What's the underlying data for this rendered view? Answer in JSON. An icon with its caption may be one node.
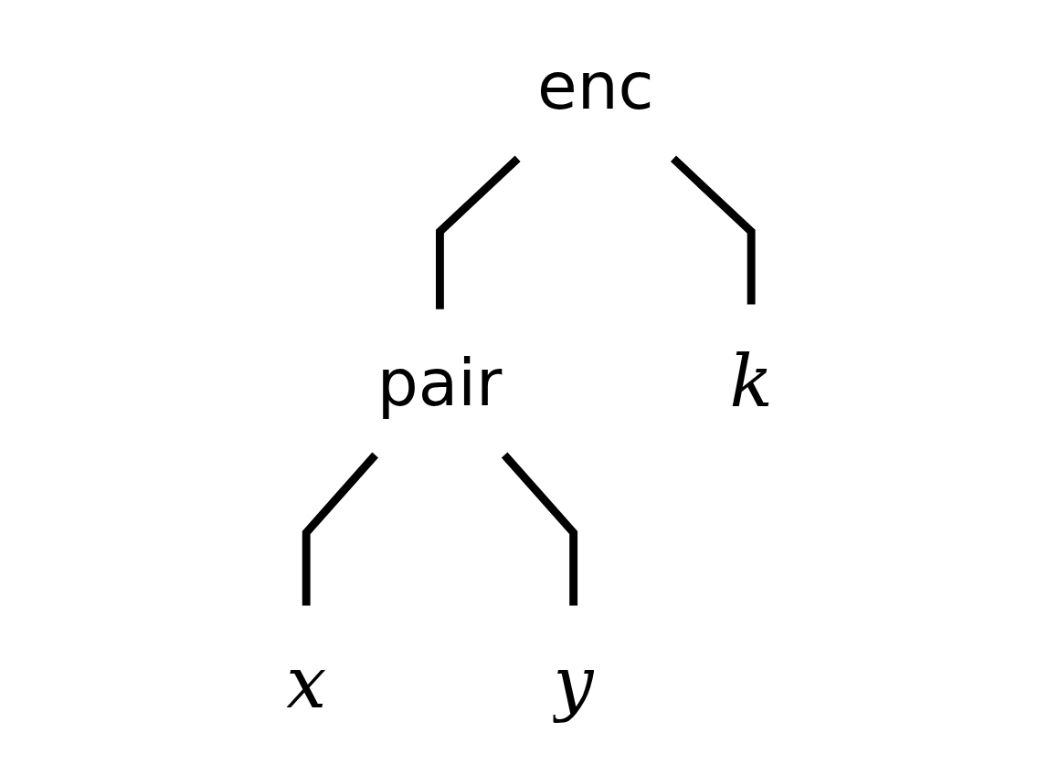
{
  "diagram": {
    "nodes": [
      {
        "text": [
          "enc"
        ]
      },
      {
        "text": [
          "pair"
        ]
      },
      {
        "text": [
          "k"
        ]
      },
      {
        "text": [
          "x"
        ]
      },
      {
        "text": [
          "y"
        ]
      }
    ],
    "edges": [
      {
        "from": 0,
        "to": 1,
        "arrow": "none"
      },
      {
        "from": 0,
        "to": 2,
        "arrow": "none"
      },
      {
        "from": 1,
        "to": 3,
        "arrow": "none"
      },
      {
        "from": 1,
        "to": 4,
        "arrow": "none"
      }
    ]
  }
}
